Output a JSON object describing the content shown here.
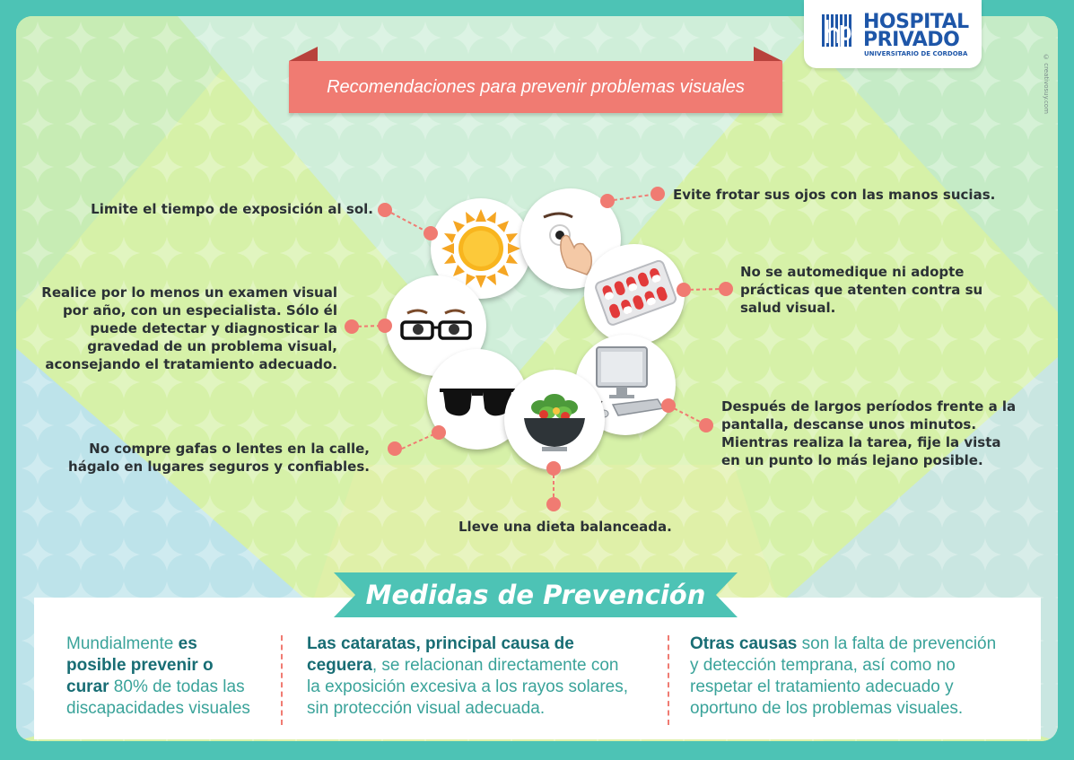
{
  "brand": {
    "name_line1": "HOSPITAL",
    "name_line2": "PRIVADO",
    "name_line3": "UNIVERSITARIO DE CORDOBA",
    "credit": "© creativosuy.com",
    "color": "#1e56a8"
  },
  "title": "Recomendaciones para prevenir problemas visuales",
  "tips": {
    "sun": "Limite el tiempo de exposición al sol.",
    "hands": "Evite frotar sus ojos con las manos sucias.",
    "pills": [
      "No se automedique ni adopte",
      "prácticas que atenten contra su",
      "salud visual."
    ],
    "exam": [
      "Realice por lo menos un examen visual",
      "por año, con un especialista. Sólo él",
      "puede detectar y diagnosticar la",
      "gravedad de un problema visual,",
      "aconsejando el tratamiento adecuado."
    ],
    "screen": [
      "Después de largos períodos frente a la",
      "pantalla, descanse unos minutos.",
      "Mientras realiza la tarea, fije la vista",
      "en un punto lo más lejano posible."
    ],
    "glasses": [
      "No compre gafas o lentes en la calle,",
      "hágalo en lugares seguros y confiables."
    ],
    "diet": "Lleve una dieta balanceada."
  },
  "icons": [
    "sun-icon",
    "eye-hand-icon",
    "pills-icon",
    "eyeglasses-icon",
    "computer-icon",
    "salad-bowl-icon",
    "sunglasses-icon"
  ],
  "prevention": {
    "heading": "Medidas de Prevención",
    "col1": {
      "t1": "Mundialmente ",
      "b1": "es",
      "b2": "posible prevenir o",
      "b3": "curar",
      "t2": " 80% de todas las",
      "t3": "discapacidades visuales"
    },
    "col2": {
      "b1": "Las cataratas, principal causa de",
      "b2": "ceguera",
      "t1": ", se relacionan directamente con",
      "t2": "la exposición excesiva a los rayos solares,",
      "t3": "sin protección visual adecuada."
    },
    "col3": {
      "b1": "Otras causas",
      "t1": " son la falta de prevención",
      "t2": "y detección temprana, así como no",
      "t3": "respetar el tratamiento adecuado y",
      "t4": "oportuno de los problemas visuales."
    }
  },
  "colors": {
    "teal": "#4dc3b5",
    "coral": "#f07b72",
    "lime": "#d6f1a8",
    "text_dark": "#2b3135",
    "teal_text": "#3aa39a",
    "teal_bold": "#186d74"
  }
}
